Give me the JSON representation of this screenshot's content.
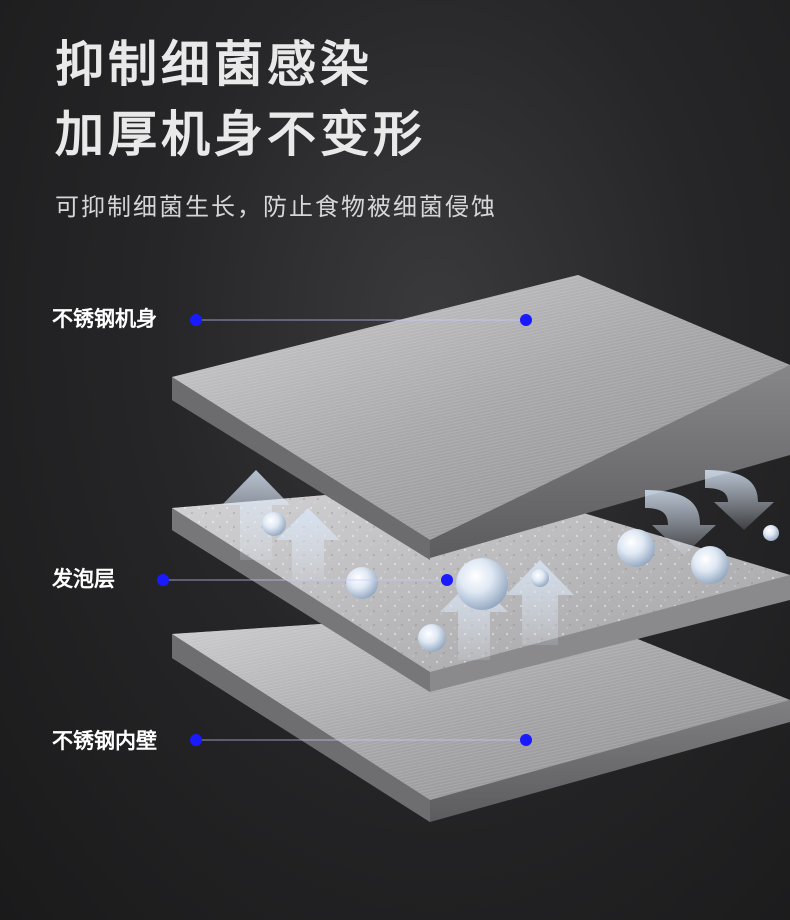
{
  "heading": {
    "line1": "抑制细菌感染",
    "line2": "加厚机身不变形"
  },
  "subtitle": "可抑制细菌生长，防止食物被细菌侵蚀",
  "layers": {
    "top_label": "不锈钢机身",
    "middle_label": "发泡层",
    "bottom_label": "不锈钢内壁"
  },
  "colors": {
    "background": "#262628",
    "accent_dot": "#1a1aff",
    "heading_text": "#e9e9e9",
    "steel": "#a9a9ab"
  }
}
